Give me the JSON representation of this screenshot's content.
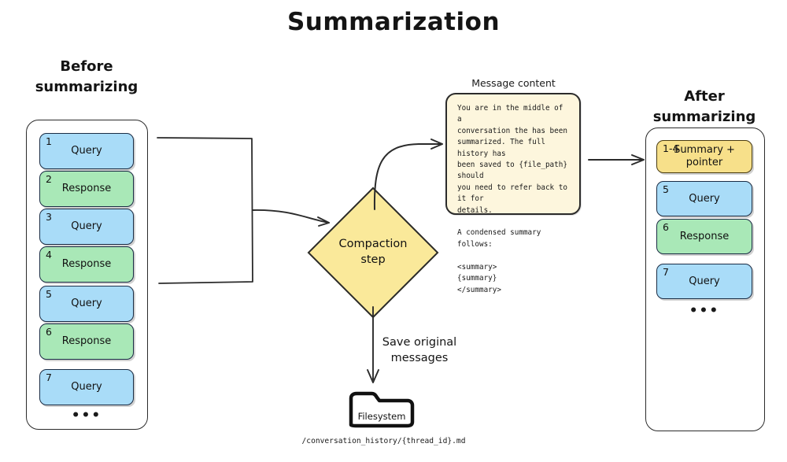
{
  "title": "Summarization",
  "before": {
    "header_line1": "Before",
    "header_line2": "summarizing",
    "items": [
      {
        "num": "1",
        "label": "Query",
        "kind": "blue"
      },
      {
        "num": "2",
        "label": "Response",
        "kind": "green"
      },
      {
        "num": "3",
        "label": "Query",
        "kind": "blue"
      },
      {
        "num": "4",
        "label": "Response",
        "kind": "green"
      },
      {
        "num": "5",
        "label": "Query",
        "kind": "blue"
      },
      {
        "num": "6",
        "label": "Response",
        "kind": "green"
      },
      {
        "num": "7",
        "label": "Query",
        "kind": "blue"
      }
    ],
    "ellipsis": "•••"
  },
  "after": {
    "header_line1": "After",
    "header_line2": "summarizing",
    "items": [
      {
        "num": "1-4",
        "label": "Summary +\npointer",
        "kind": "yellow"
      },
      {
        "num": "5",
        "label": "Query",
        "kind": "blue"
      },
      {
        "num": "6",
        "label": "Response",
        "kind": "green"
      },
      {
        "num": "7",
        "label": "Query",
        "kind": "blue"
      }
    ],
    "ellipsis": "•••"
  },
  "process": {
    "diamond_line1": "Compaction",
    "diamond_line2": "step",
    "save_label_line1": "Save original",
    "save_label_line2": "messages"
  },
  "message_content": {
    "label": "Message content",
    "body": "You are in the middle of a\nconversation the has been\nsummarized. The full history has\nbeen saved to {file_path} should\nyou need to refer back to it for\ndetails.\n\nA condensed summary follows:\n\n<summary>\n{summary}\n</summary>"
  },
  "filesystem": {
    "name": "Filesystem",
    "path": "/conversation_history/{thread_id}.md"
  },
  "colors": {
    "query": "#a9dcf8",
    "response": "#a9e8b7",
    "summary": "#f7e08a",
    "diamond": "#fae99a",
    "message_box": "#fdf6dd",
    "stroke": "#2b2b2b"
  }
}
